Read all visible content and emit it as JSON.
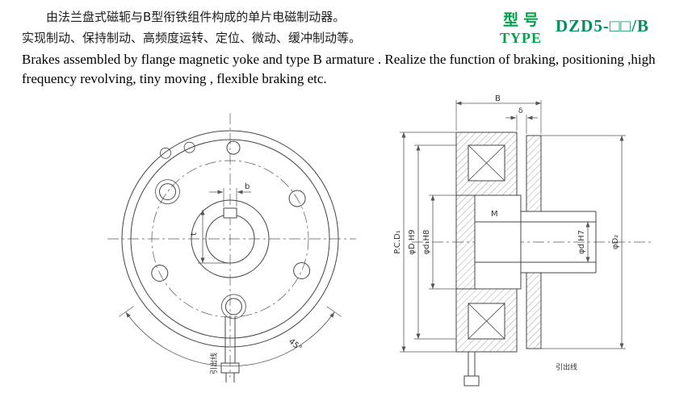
{
  "colors": {
    "accent_green": "#00a14b",
    "model_green": "#008e63",
    "line": "#444444",
    "text": "#1a1a1a"
  },
  "header": {
    "cn_line1": "由法兰盘式磁轭与B型衔铁组件构成的单片电磁制动器。",
    "cn_line2": "实现制动、保持制动、高频度运转、定位、微动、缓冲制动等。",
    "en_line1": "Brakes assembled by flange magnetic yoke and type B armature . Realize the function of braking, positioning  ,high",
    "en_line2": "frequency revolving, tiny moving , flexible braking etc.",
    "type_cn": "型号",
    "type_en": "TYPE",
    "model": "DZD5-□□/B"
  },
  "front_view": {
    "dim_b": "b",
    "dim_t": "t",
    "dim_angle": "45°",
    "lead_label": "引出线"
  },
  "section_view": {
    "dim_pcd": "P.C.D₁",
    "dim_outer": "φD H9",
    "dim_inner": "φd₁H8",
    "dim_bore": "φd H7",
    "dim_armature": "φD₂",
    "dim_width": "B",
    "dim_gap": "δ",
    "thread_label": "M",
    "lead_label": "引出线"
  }
}
